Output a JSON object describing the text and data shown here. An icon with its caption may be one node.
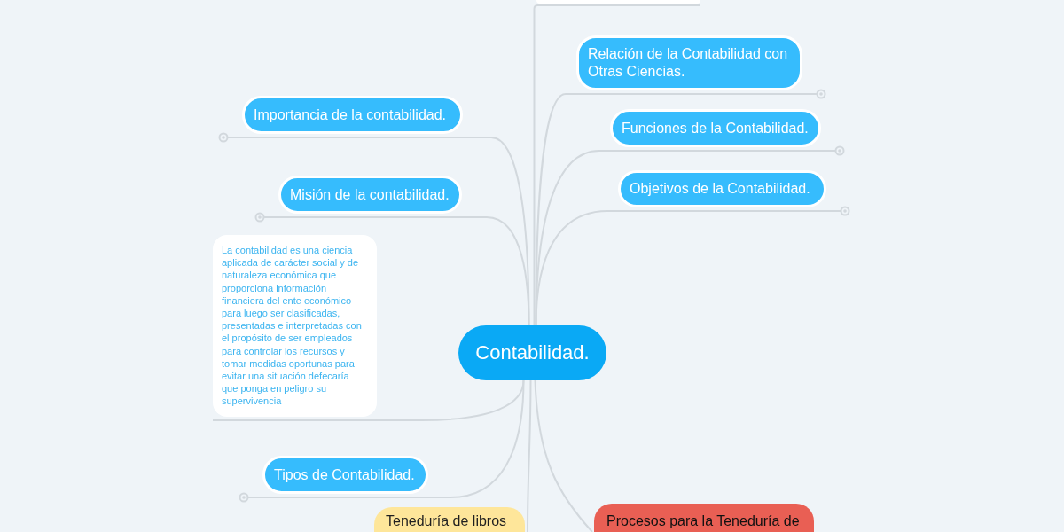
{
  "diagram": {
    "nodes": [
      {
        "text": [
          "Contabilidad."
        ]
      },
      {
        "text": [],
        "shape": "box"
      },
      {
        "text": [
          "Relación de la Contabilidad con Otras Ciencias."
        ]
      },
      {
        "text": [
          "Funciones de la Contabilidad."
        ]
      },
      {
        "text": [
          "Objetivos de la Contabilidad."
        ]
      },
      {
        "text": [
          "Importancia de la contabilidad."
        ]
      },
      {
        "text": [
          "Misión de la contabilidad."
        ]
      },
      {
        "text": [
          "La contabilidad es una ciencia aplicada de carácter social y de naturaleza económica que proporciona información financiera del ente económico para luego ser clasificadas, presentadas e interpretadas con el propósito de ser empleados para controlar los recursos y tomar medidas oportunas para evitar una situación defecaría que ponga en peligro su supervivencia"
        ]
      },
      {
        "text": [
          "Tipos de Contabilidad."
        ]
      },
      {
        "text": [
          "Teneduría de libros"
        ]
      },
      {
        "text": [
          "Procesos para la Teneduría de"
        ]
      }
    ],
    "edges": [
      {
        "from": 0,
        "to": 1,
        "arrow": "none"
      },
      {
        "from": 0,
        "to": 2,
        "arrow": "none"
      },
      {
        "from": 0,
        "to": 3,
        "arrow": "none"
      },
      {
        "from": 0,
        "to": 4,
        "arrow": "none"
      },
      {
        "from": 0,
        "to": 5,
        "arrow": "none"
      },
      {
        "from": 0,
        "to": 6,
        "arrow": "none"
      },
      {
        "from": 0,
        "to": 7,
        "arrow": "none"
      },
      {
        "from": 0,
        "to": 8,
        "arrow": "none"
      },
      {
        "from": 0,
        "to": 9,
        "arrow": "none"
      },
      {
        "from": 0,
        "to": 10,
        "arrow": "none"
      }
    ]
  }
}
